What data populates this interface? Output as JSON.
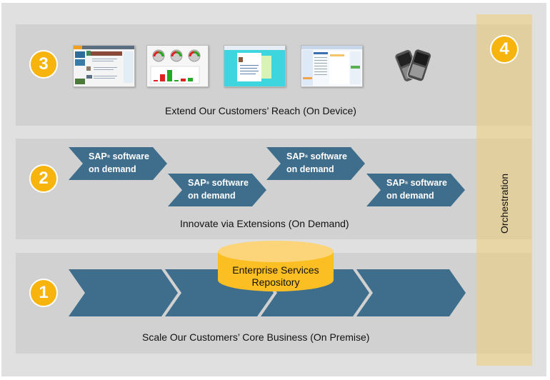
{
  "layers": [
    {
      "number": "3",
      "caption": "Extend Our Customers’ Reach (On Device)",
      "devices": [
        "portal-screen-icon",
        "dashboard-screen-icon",
        "web-app-screen-icon",
        "email-client-screen-icon",
        "smartphones-icon"
      ]
    },
    {
      "number": "2",
      "caption": "Innovate via Extensions (On Demand)",
      "chevrons": [
        {
          "line1": "SAP",
          "reg": "®",
          "line1b": " software",
          "line2": "on demand"
        },
        {
          "line1": "SAP",
          "reg": "®",
          "line1b": " software",
          "line2": "on demand"
        },
        {
          "line1": "SAP",
          "reg": "®",
          "line1b": " software",
          "line2": "on demand"
        },
        {
          "line1": "SAP",
          "reg": "®",
          "line1b": " software",
          "line2": "on demand"
        }
      ]
    },
    {
      "number": "1",
      "caption": "Scale Our Customers’ Core Business (On Premise)",
      "repository": {
        "line1": "Enterprise Services",
        "line2": "Repository"
      }
    }
  ],
  "orchestration": {
    "number": "4",
    "label": "Orchestration"
  },
  "colors": {
    "badge": "#f7b40c",
    "chevron": "#3f6e8c",
    "band": "#d0d1d0",
    "background": "#dfe0df",
    "orchestration": "#e9d39c",
    "repository": "#fbbf24"
  }
}
